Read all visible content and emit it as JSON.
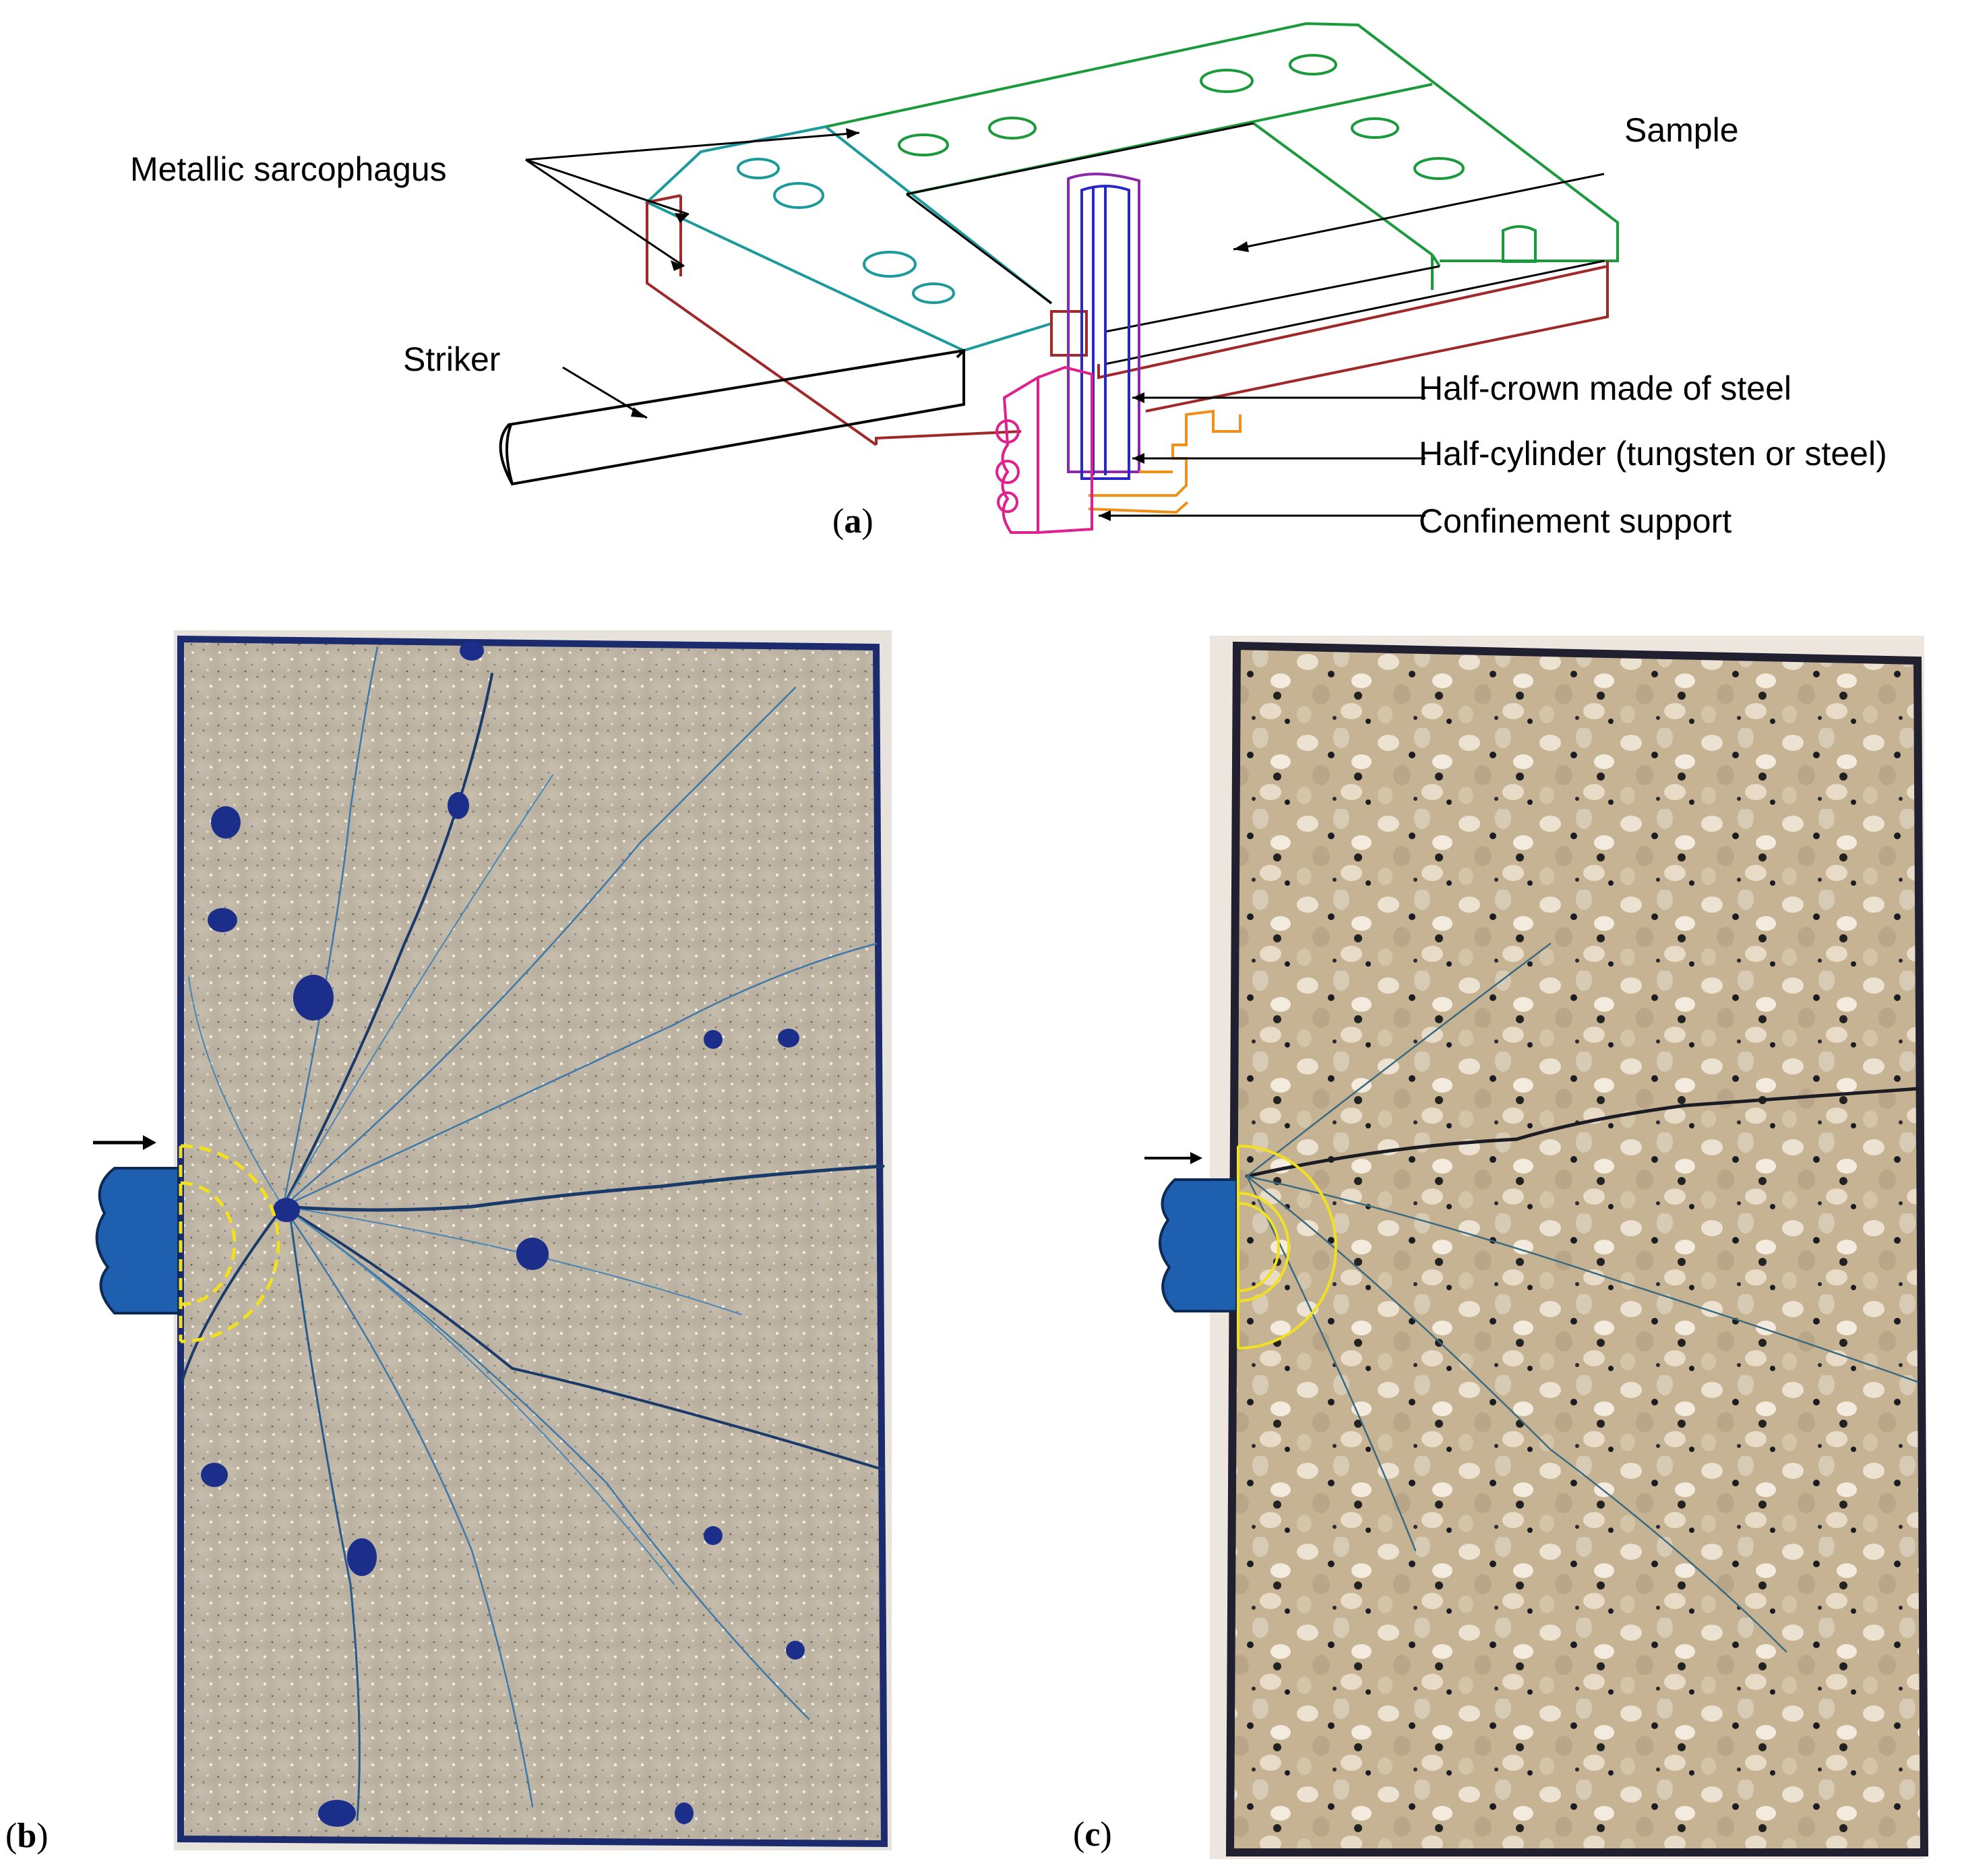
{
  "panel_a": {
    "letter_open": "(",
    "letter": "a",
    "letter_close": ")",
    "labels": {
      "metallic_sarcophagus": "Metallic sarcophagus",
      "sample": "Sample",
      "striker": "Striker",
      "half_crown": "Half-crown made of steel",
      "half_cylinder": "Half-cylinder (tungsten or steel)",
      "confinement_support": "Confinement support"
    }
  },
  "panel_b": {
    "letter_open": "(",
    "letter": "b",
    "letter_close": ")"
  },
  "panel_c": {
    "letter_open": "(",
    "letter": "c",
    "letter_close": ")"
  },
  "colors": {
    "green": "#1a9a3a",
    "teal": "#1a9a9a",
    "red_brown": "#a02828",
    "purple": "#8a2aa8",
    "blue": "#2828c8",
    "magenta": "#e0208c",
    "orange": "#f0901a",
    "striker_blue": "#1f5fb0",
    "yellow": "#f0e020"
  }
}
